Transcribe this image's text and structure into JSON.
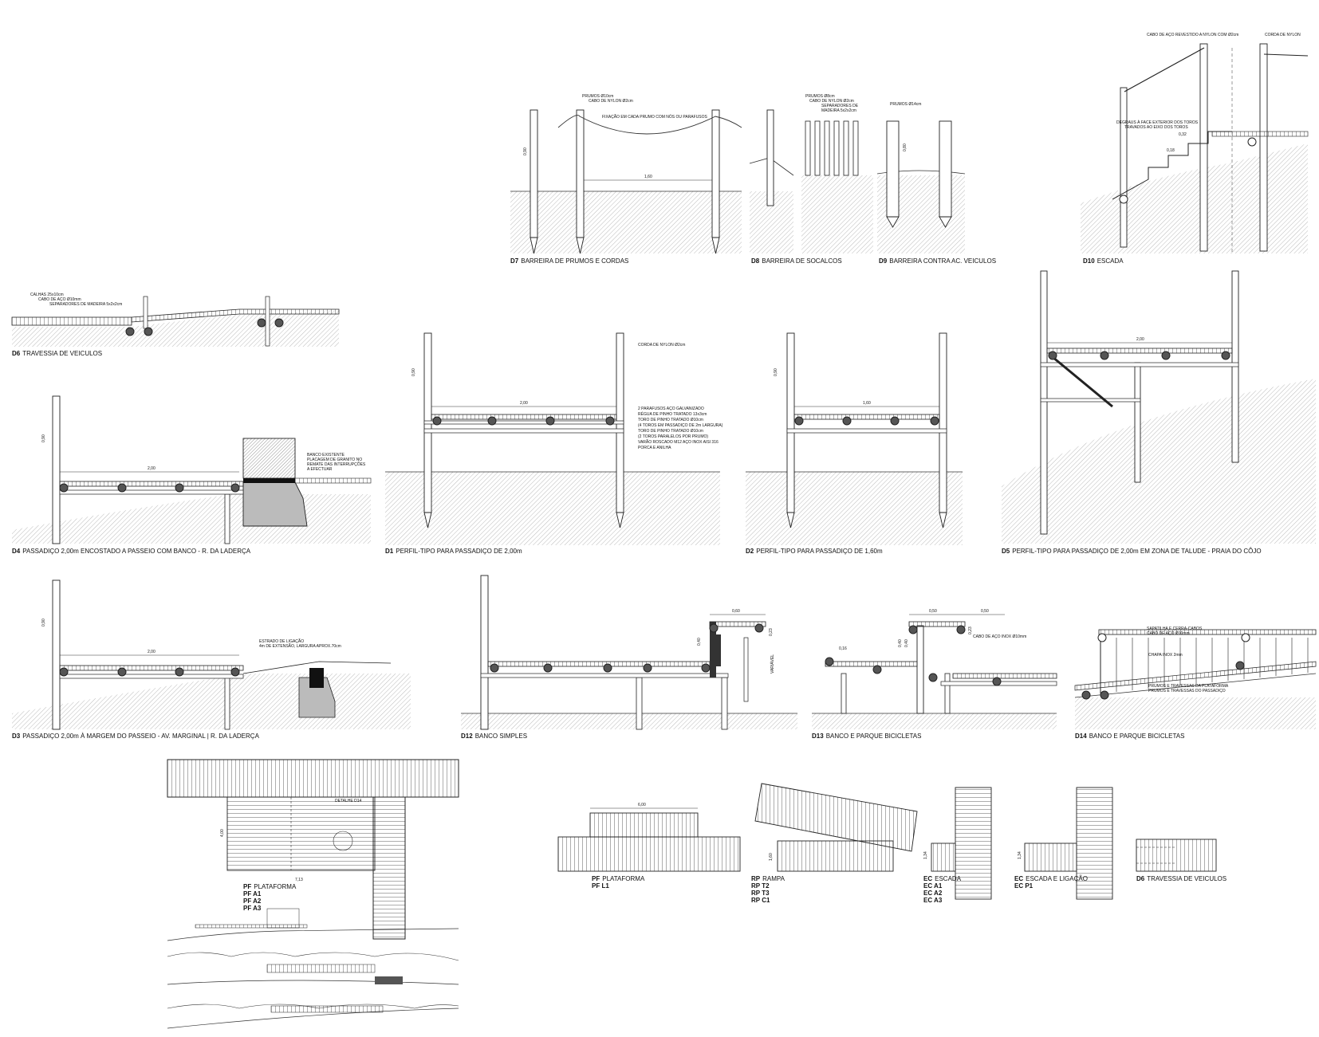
{
  "sheet": {
    "details": [
      {
        "id": "d7",
        "code": "D7",
        "title": "BARREIRA DE PRUMOS E CORDAS"
      },
      {
        "id": "d8",
        "code": "D8",
        "title": "BARREIRA DE SOCALCOS"
      },
      {
        "id": "d9",
        "code": "D9",
        "title": "BARREIRA CONTRA AC. VEICULOS"
      },
      {
        "id": "d10",
        "code": "D10",
        "title": "ESCADA"
      },
      {
        "id": "d6",
        "code": "D6",
        "title": "TRAVESSIA DE VEICULOS"
      },
      {
        "id": "d4",
        "code": "D4",
        "title": "PASSADIÇO 2,00m ENCOSTADO A PASSEIO COM BANCO  -  R. DA LADERÇA"
      },
      {
        "id": "d1",
        "code": "D1",
        "title": "PERFIL-TIPO PARA PASSADIÇO DE 2,00m"
      },
      {
        "id": "d2",
        "code": "D2",
        "title": "PERFIL-TIPO PARA PASSADIÇO DE 1,60m"
      },
      {
        "id": "d5",
        "code": "D5",
        "title": "PERFIL-TIPO PARA PASSADIÇO DE 2,00m EM ZONA DE TALUDE - PRAIA DO CÔJO"
      },
      {
        "id": "d3",
        "code": "D3",
        "title": "PASSADIÇO 2,00m À MARGEM DO PASSEIO  -  AV. MARGINAL  |  R. DA LADERÇA"
      },
      {
        "id": "d12",
        "code": "D12",
        "title": "BANCO SIMPLES"
      },
      {
        "id": "d13",
        "code": "D13",
        "title": "BANCO E PARQUE BICICLETAS"
      },
      {
        "id": "d14",
        "code": "D14",
        "title": "BANCO E PARQUE BICICLETAS"
      }
    ],
    "plans": [
      {
        "id": "pf",
        "codes": [
          "PF",
          "PF A1",
          "PF A2",
          "PF A3"
        ],
        "title": "PLATAFORMA"
      },
      {
        "id": "pf2",
        "codes": [
          "PF",
          "PF L1"
        ],
        "title": "PLATAFORMA"
      },
      {
        "id": "rp",
        "codes": [
          "RP",
          "RP T2",
          "RP T3",
          "RP C1"
        ],
        "title": "RAMPA"
      },
      {
        "id": "ec",
        "codes": [
          "EC",
          "EC A1",
          "EC A2",
          "EC A3"
        ],
        "title": "ESCADA"
      },
      {
        "id": "ec2",
        "codes": [
          "EC",
          "EC P1"
        ],
        "title": "ESCADA E LIGAÇÃO"
      },
      {
        "id": "d6p",
        "codes": [
          "D6"
        ],
        "title": "TRAVESSIA DE VEICULOS"
      }
    ],
    "annotations": {
      "d7_1": "PRUMOS Ø10cm",
      "d7_2": "CABO DE NYLON Ø2cm",
      "d7_3": "FIXAÇÃO EM CADA PRUMO COM NÓS OU PARAFUSOS",
      "d8_1": "PRUMOS Ø8cm",
      "d8_2": "CABO DE NYLON Ø2cm",
      "d8_3": "SEPARADORES DE",
      "d8_4": "MADEIRA 5x2x2cm",
      "d9_1": "PRUMOS Ø14cm",
      "d10_1": "CABO DE AÇO REVESTIDO A NYLON COM Ø2cm",
      "d10_2": "CORDA DE NYLON",
      "d10_3": "DEGRAUS À FACE EXTERIOR DOS TOROS",
      "d10_4": "TRAVADOS AO EIXO DOS TOROS",
      "d6_1": "CALHAS 25x10cm",
      "d6_2": "CABO DE AÇO Ø10mm",
      "d6_3": "SEPARADORES DE MADEIRA 5x2x2cm",
      "d4_1": "BANCO EXISTENTE",
      "d4_2": "PLACAGEM DE GRANITO NO",
      "d4_3": "REMATE DAS INTERRUPÇÕES",
      "d4_4": "A EFECTUAR",
      "d1_1": "CORDA DE NYLON Ø2cm",
      "d1_2": "2 PARAFUSOS AÇO GALVANIZADO",
      "d1_3": "RÉGUA DE PINHO TRATADO 13x3cm",
      "d1_4": "TORO DE PINHO TRATADO Ø10cm",
      "d1_5": "(4 TOROS EM PASSADIÇO DE 2m LARGURA)",
      "d1_6": "TORO DE PINHO TRATADO Ø10cm",
      "d1_7": "(2 TOROS PARALELOS POR PRUMO)",
      "d1_8": "VARÃO ROSCADO M12 AÇO INOX AISI 316",
      "d1_9": "PORCA E ANILHA",
      "d3_1": "ESTRADO DE LIGAÇÃO",
      "d3_2": "4m DE EXTENSÃO, LARGURA APROX.70cm",
      "d13_1": "CABO DE AÇO INOX Ø10mm",
      "d14_1": "SAPATILHA E CERRA-CABOS",
      "d14_2": "CABO DE AÇO Ø10mm",
      "d14_3": "CHAPA INOX 2mm",
      "d14_4": "PRUMOS E TRAVESSAS DA PLATAFORMA",
      "d14_5": "PRUMOS E TRAVESSAS DO PASSADIÇO",
      "pf_detail": "DETALHE  D14"
    },
    "dims": {
      "d7_h": "0,90",
      "d7_w": "1,60",
      "d9_h": "0,80",
      "d10_a": "0,32",
      "d10_b": "0,18",
      "d4_h": "0,90",
      "d4_w": "2,00",
      "d1_h": "0,90",
      "d1_w": "2,00",
      "d2_h": "0,90",
      "d2_w": "1,60",
      "d5_w": "2,00",
      "d3_h": "0,90",
      "d3_w": "2,00",
      "d12_a": "0,60",
      "d12_b": "0,40",
      "d12_c": "0,23",
      "d12_d": "VARIÁVEL",
      "d13_a": "0,50",
      "d13_b": "0,50",
      "d13_c": "0,40",
      "d13_d": "0,40",
      "d13_e": "0,23",
      "d13_f": "0,16",
      "pf_w": "7,13",
      "pf_h": "4,00",
      "pf_l": "6,00",
      "rp_h": "1,60",
      "ec_w": "1,34",
      "ec2_w": "1,34",
      "d14_label": "D14"
    }
  }
}
